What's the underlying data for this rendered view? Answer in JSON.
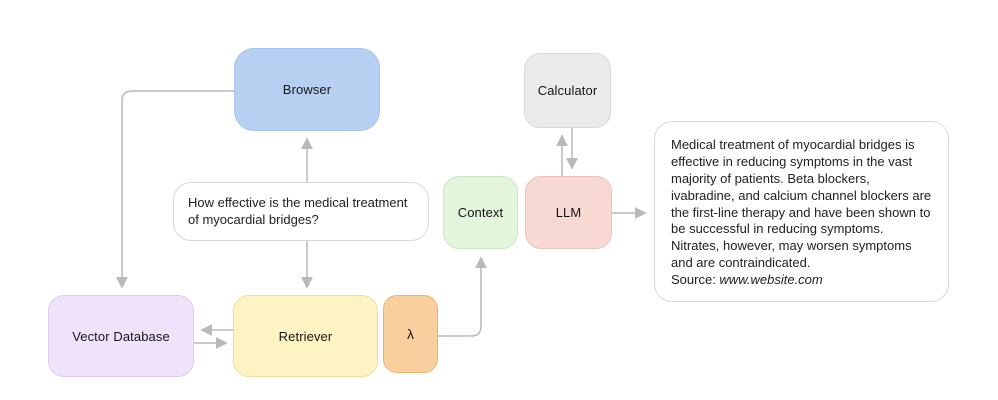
{
  "diagram": {
    "background_color": "#ffffff",
    "arrow_color": "#b9b9b9",
    "nodes": {
      "browser": {
        "label": "Browser",
        "fill": "#b7cff1",
        "border": "#a9c4ec"
      },
      "calculator": {
        "label": "Calculator",
        "fill": "#ebebeb",
        "border": "#d9d9d9"
      },
      "context": {
        "label": "Context",
        "fill": "#e3f6db",
        "border": "#cfe7c5"
      },
      "llm": {
        "label": "LLM",
        "fill": "#f8d8d3",
        "border": "#edc4bd"
      },
      "vector_database": {
        "label": "Vector Database",
        "fill": "#eee3fa",
        "border": "#ddcbf0"
      },
      "retriever": {
        "label": "Retriever",
        "fill": "#fdf3c3",
        "border": "#eede9e"
      },
      "lambda": {
        "label": "λ",
        "fill": "#f9cf9e",
        "border": "#e9b377"
      }
    },
    "question_bubble": {
      "text": "How effective is the medical treatment of myocardial bridges?"
    },
    "output_bubble": {
      "text": "Medical treatment of myocardial bridges is effective in reducing symptoms in the vast majority of patients.  Beta blockers, ivabradine, and calcium channel blockers are the first-line therapy and have been shown to be successful in reducing symptoms. Nitrates, however, may worsen symptoms and are contraindicated.",
      "source_label": "Source: ",
      "source_value": "www.website.com"
    },
    "connectors": [
      "browser-to-vector-database",
      "question-to-browser",
      "question-to-retriever",
      "retriever-to-vector-database",
      "vector-database-to-retriever",
      "lambda-to-context",
      "llm-to-calculator",
      "calculator-to-llm",
      "llm-to-output"
    ]
  }
}
